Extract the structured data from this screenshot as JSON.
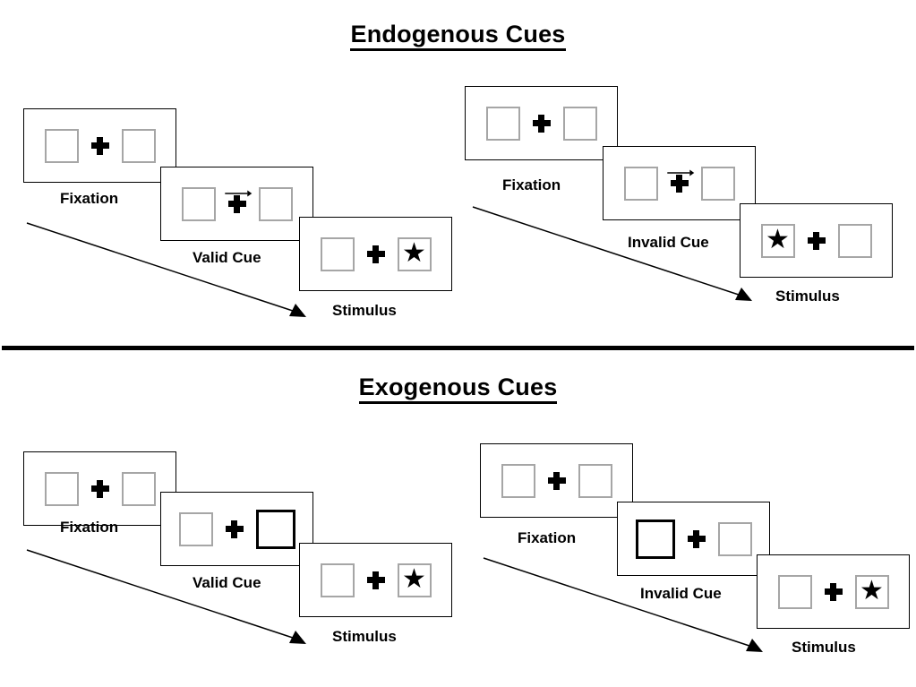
{
  "sections": [
    {
      "id": "endogenous",
      "title": "Endogenous Cues",
      "columns": [
        {
          "id": "endogenous-valid",
          "panels": [
            {
              "caption": "Fixation",
              "cue": "none",
              "cue_side": null,
              "target": "none",
              "target_side": null
            },
            {
              "caption": "Valid Cue",
              "cue": "arrow",
              "cue_side": "right",
              "target": "none",
              "target_side": null
            },
            {
              "caption": "Stimulus",
              "cue": "none",
              "cue_side": null,
              "target": "star",
              "target_side": "right"
            }
          ]
        },
        {
          "id": "endogenous-invalid",
          "panels": [
            {
              "caption": "Fixation",
              "cue": "none",
              "cue_side": null,
              "target": "none",
              "target_side": null
            },
            {
              "caption": "Invalid Cue",
              "cue": "arrow",
              "cue_side": "right",
              "target": "none",
              "target_side": null
            },
            {
              "caption": "Stimulus",
              "cue": "none",
              "cue_side": null,
              "target": "star",
              "target_side": "left"
            }
          ]
        }
      ]
    },
    {
      "id": "exogenous",
      "title": "Exogenous Cues",
      "columns": [
        {
          "id": "exogenous-valid",
          "panels": [
            {
              "caption": "Fixation",
              "cue": "none",
              "cue_side": null,
              "target": "none",
              "target_side": null
            },
            {
              "caption": "Valid Cue",
              "cue": "box",
              "cue_side": "right",
              "target": "none",
              "target_side": null
            },
            {
              "caption": "Stimulus",
              "cue": "none",
              "cue_side": null,
              "target": "star",
              "target_side": "right"
            }
          ]
        },
        {
          "id": "exogenous-invalid",
          "panels": [
            {
              "caption": "Fixation",
              "cue": "none",
              "cue_side": null,
              "target": "none",
              "target_side": null
            },
            {
              "caption": "Invalid Cue",
              "cue": "box",
              "cue_side": "left",
              "target": "none",
              "target_side": null
            },
            {
              "caption": "Stimulus",
              "cue": "none",
              "cue_side": null,
              "target": "star",
              "target_side": "right"
            }
          ]
        }
      ]
    }
  ],
  "glyphs": {
    "star": "★",
    "cross": "fixation-cross",
    "arrow": "rightward-arrow-cue",
    "cue_box": "thick-bordered-box-cue"
  },
  "colors": {
    "ink": "#000000",
    "box_border": "#a6a6a6",
    "panel_border": "#000000",
    "background": "#ffffff"
  },
  "timeline": {
    "label": "time-progression-arrow",
    "count": 4
  }
}
